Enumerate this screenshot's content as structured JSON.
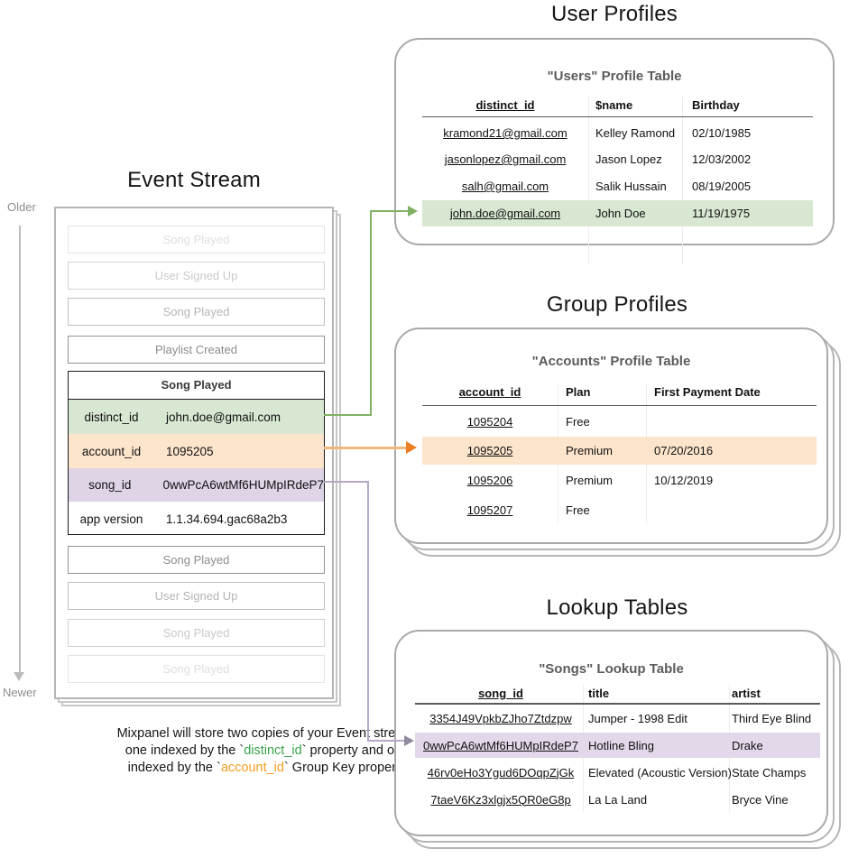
{
  "titles": {
    "event_stream": "Event Stream",
    "user_profiles": "User Profiles",
    "group_profiles": "Group Profiles",
    "lookup_tables": "Lookup Tables"
  },
  "timeline": {
    "older": "Older",
    "newer": "Newer"
  },
  "event_stream": {
    "events_before": [
      "Song Played",
      "User Signed Up",
      "Song Played",
      "Playlist Created"
    ],
    "focused_event": {
      "title": "Song Played",
      "properties": [
        {
          "key": "distinct_id",
          "value": "john.doe@gmail.com",
          "highlight": "green"
        },
        {
          "key": "account_id",
          "value": "1095205",
          "highlight": "orange"
        },
        {
          "key": "song_id",
          "value": "0wwPcA6wtMf6HUMpIRdeP7",
          "highlight": "purple"
        },
        {
          "key": "app version",
          "value": "1.1.34.694.gac68a2b3",
          "highlight": "none"
        }
      ]
    },
    "events_after": [
      "Song Played",
      "User Signed Up",
      "Song Played",
      "Song Played"
    ]
  },
  "users_table": {
    "title": "\"Users\" Profile Table",
    "columns": [
      "distinct_id",
      "$name",
      "Birthday"
    ],
    "rows": [
      [
        "kramond21@gmail.com",
        "Kelley Ramond",
        "02/10/1985"
      ],
      [
        "jasonlopez@gmail.com",
        "Jason Lopez",
        "12/03/2002"
      ],
      [
        "salh@gmail.com",
        "Salik Hussain",
        "08/19/2005"
      ],
      [
        "john.doe@gmail.com",
        "John Doe",
        "11/19/1975"
      ]
    ],
    "highlighted_row": 3
  },
  "accounts_table": {
    "title": "\"Accounts\" Profile Table",
    "columns": [
      "account_id",
      "Plan",
      "First Payment Date"
    ],
    "rows": [
      [
        "1095204",
        "Free",
        ""
      ],
      [
        "1095205",
        "Premium",
        "07/20/2016"
      ],
      [
        "1095206",
        "Premium",
        "10/12/2019"
      ],
      [
        "1095207",
        "Free",
        ""
      ]
    ],
    "highlighted_row": 1
  },
  "songs_table": {
    "title": "\"Songs\" Lookup Table",
    "columns": [
      "song_id",
      "title",
      "artist"
    ],
    "rows": [
      [
        "3354J49VpkbZJho7Ztdzpw",
        "Jumper - 1998 Edit",
        "Third Eye Blind"
      ],
      [
        "0wwPcA6wtMf6HUMpIRdeP7",
        "Hotline Bling",
        "Drake"
      ],
      [
        "46rv0eHo3Ygud6DOqpZjGk",
        "Elevated (Acoustic Version)",
        "State Champs"
      ],
      [
        "7taeV6Kz3xlgjx5QR0eG8p",
        "La La Land",
        "Bryce Vine"
      ]
    ],
    "highlighted_row": 1
  },
  "caption": {
    "line1": "Mixpanel will store two copies of your Event stream:",
    "line2_pre": "one indexed by the `",
    "line2_code": "distinct_id",
    "line2_post": "` property and one",
    "line3_pre": "indexed by the `",
    "line3_code": "account_id",
    "line3_post": "` Group Key property"
  },
  "colors": {
    "green_fill": "#d7e7d1",
    "orange_fill": "#fde5cc",
    "purple_fill": "#ded4e6",
    "green_stroke": "#80b164",
    "orange_stroke": "#ed7e22",
    "purple_stroke": "#8f8b9d"
  }
}
